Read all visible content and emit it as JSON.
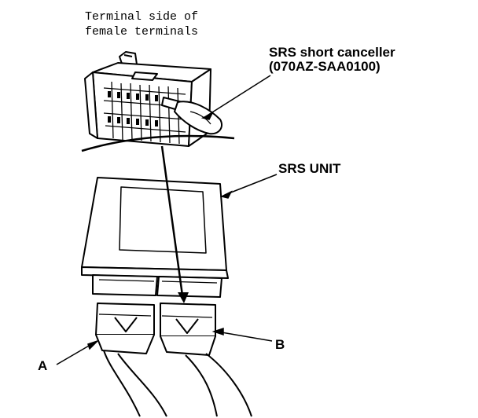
{
  "labels": {
    "terminal_side_line1": "Terminal side of",
    "terminal_side_line2": "female terminals",
    "canceller_line1": "SRS short canceller",
    "canceller_line2": "(070AZ-SAA0100)",
    "srs_unit": "SRS UNIT",
    "connector_a": "A",
    "connector_b": "B"
  },
  "colors": {
    "ink": "#000000",
    "paper": "#ffffff"
  }
}
